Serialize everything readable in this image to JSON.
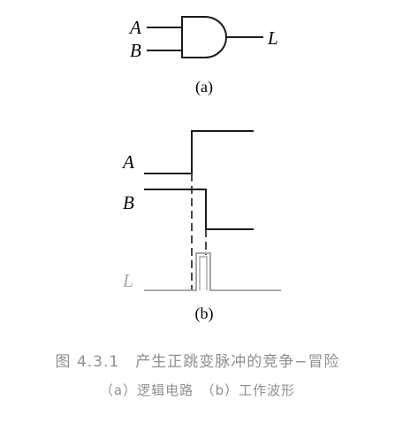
{
  "circuit": {
    "input_a": "A",
    "input_b": "B",
    "output": "L",
    "sublabel": "(a)"
  },
  "waveform": {
    "signal_a": "A",
    "signal_b": "B",
    "signal_l": "L",
    "sublabel": "(b)"
  },
  "caption": {
    "main": "图 4.3.1　产生正跳变脉冲的竞争−冒险",
    "sub": "（a）逻辑电路　（b）工作波形"
  },
  "colors": {
    "line": "#1a1a1a",
    "glitch": "#a8a8a8",
    "caption": "#8f8f8f"
  }
}
